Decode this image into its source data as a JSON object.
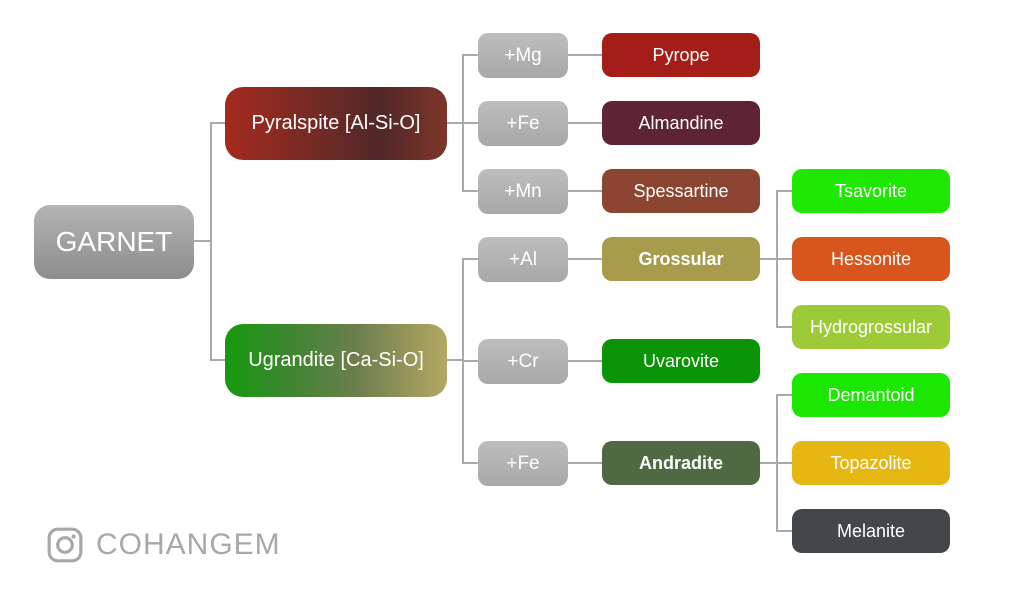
{
  "root": {
    "label": "GARNET",
    "color": "linear-gradient(180deg, #b4b4b4 0%, #8d8d8d 100%)"
  },
  "palette": {
    "element_box": "linear-gradient(180deg, #bdbdbd 0%, #a8a8a8 100%)",
    "connector_line": "#a9a9a9",
    "node_text": "#ffffff",
    "brand_gray": "#a8a8a8"
  },
  "groups": [
    {
      "label": "Pyralspite [Al-Si-O]",
      "color": "linear-gradient(to right, #a42a1f 0%, #6e2a26 45%, #522728 70%, #7d3529 100%)",
      "children": [
        {
          "element": "+Mg",
          "mineral": "Pyrope",
          "color": "#a51d18"
        },
        {
          "element": "+Fe",
          "mineral": "Almandine",
          "color": "#5e2433"
        },
        {
          "element": "+Mn",
          "mineral": "Spessartine",
          "color": "#8c4532"
        }
      ]
    },
    {
      "label": "Ugrandite [Ca-Si-O]",
      "color": "linear-gradient(to right, #169a0c 0%, #3f8432 30%, #6d7f4e 60%, #b5a763 100%)",
      "children": [
        {
          "element": "+Al",
          "mineral": "Grossular",
          "color": "#a89b4b",
          "varieties": [
            {
              "name": "Tsavorite",
              "color": "#1fe802"
            },
            {
              "name": "Hessonite",
              "color": "#d8561d"
            },
            {
              "name": "Hydrogrossular",
              "color": "#9ccb37"
            }
          ]
        },
        {
          "element": "+Cr",
          "mineral": "Uvarovite",
          "color": "#0b9408",
          "varieties": []
        },
        {
          "element": "+Fe",
          "mineral": "Andradite",
          "color": "#4f6a42",
          "varieties": [
            {
              "name": "Demantoid",
              "color": "#1ce703"
            },
            {
              "name": "Topazolite",
              "color": "#e6b712"
            },
            {
              "name": "Melanite",
              "color": "#43474a"
            }
          ]
        }
      ]
    }
  ],
  "brand": {
    "name": "COHANGEM",
    "icon": "instagram-icon"
  }
}
